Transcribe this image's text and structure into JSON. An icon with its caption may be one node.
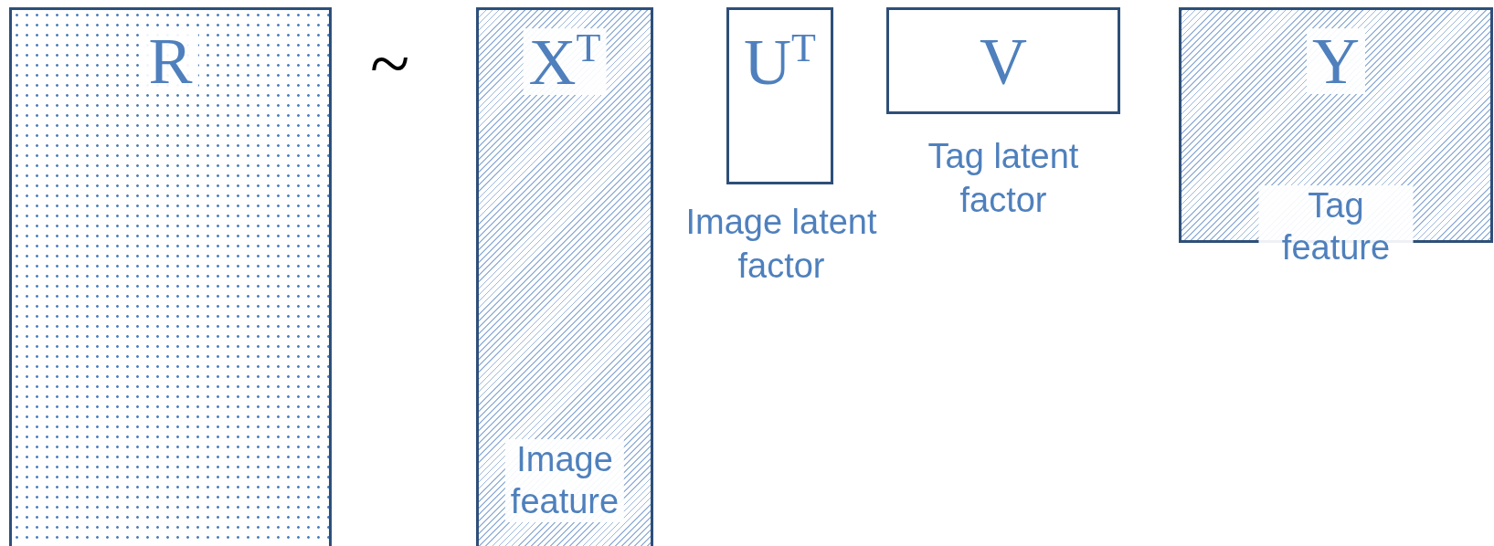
{
  "diagram": {
    "nodes": [
      {
        "text": [
          "R"
        ]
      },
      {
        "text": [
          "X$^{T}$",
          "Image feature"
        ]
      },
      {
        "text": [
          "U$^{T}$"
        ],
        "beside": [
          "Image latent factor"
        ]
      },
      {
        "text": [
          "V"
        ],
        "beside": [
          "Tag latent factor"
        ]
      },
      {
        "text": [
          "Y",
          "Tag feature"
        ]
      }
    ],
    "labels": [
      "~"
    ]
  }
}
